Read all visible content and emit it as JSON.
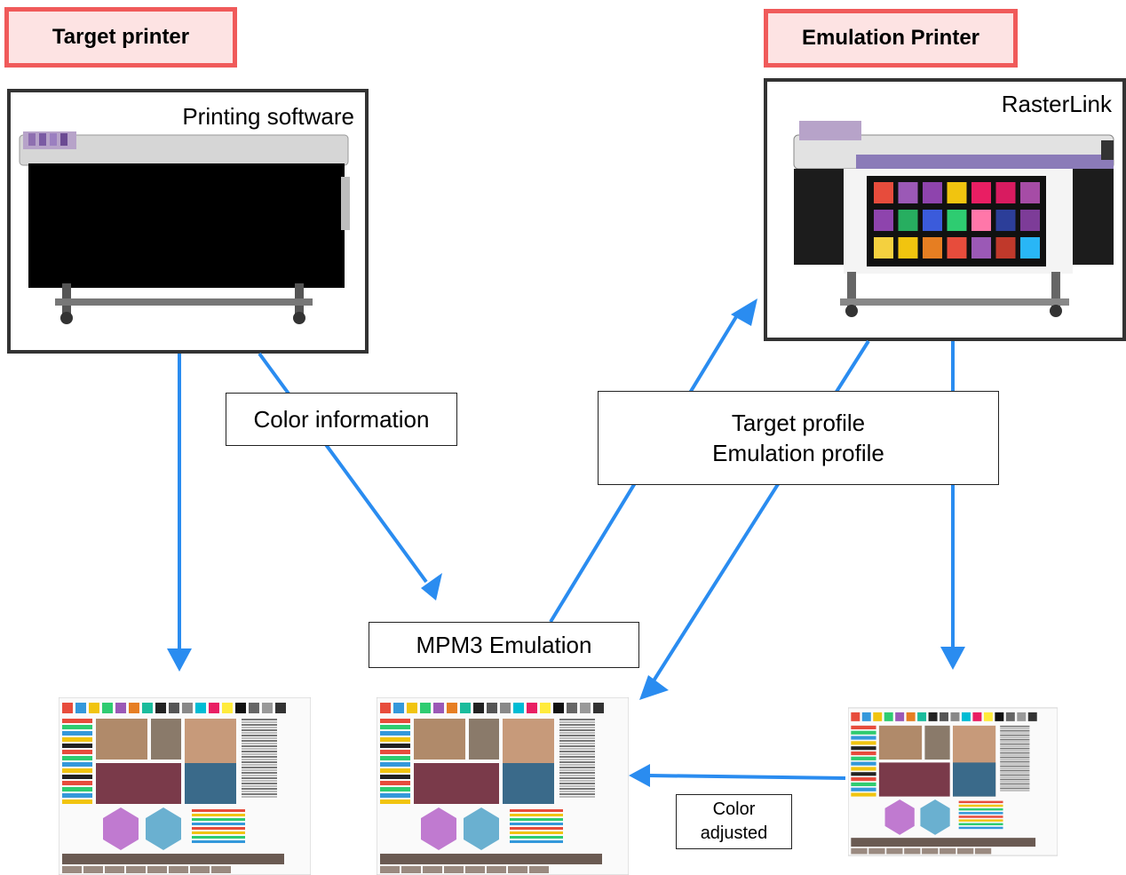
{
  "target_printer": {
    "tag_label": "Target printer",
    "software_label": "Printing software"
  },
  "emulation_printer": {
    "tag_label": "Emulation Printer",
    "software_label": "RasterLink"
  },
  "boxes": {
    "color_information": "Color information",
    "profile_line1": "Target profile",
    "profile_line2": "Emulation profile",
    "mpm3": "MPM3 Emulation",
    "color_adjusted_line1": "Color",
    "color_adjusted_line2": "adjusted"
  },
  "colors": {
    "arrow": "#2a8cf0",
    "tag_border": "#f05a5a",
    "tag_fill": "#fde3e3"
  },
  "swatch_colors": [
    "#e74c3c",
    "#9b59b6",
    "#8e44ad",
    "#f1c40f",
    "#e91e63",
    "#d81b60",
    "#a64ca6",
    "#8e44ad",
    "#27ae60",
    "#3b5bdb",
    "#2ecc71",
    "#ff77a9",
    "#2c3e99",
    "#7d3c98",
    "#f4d03f",
    "#f1c40f",
    "#e67e22",
    "#e74c3c",
    "#9b59b6",
    "#c0392b",
    "#29b6f6"
  ]
}
